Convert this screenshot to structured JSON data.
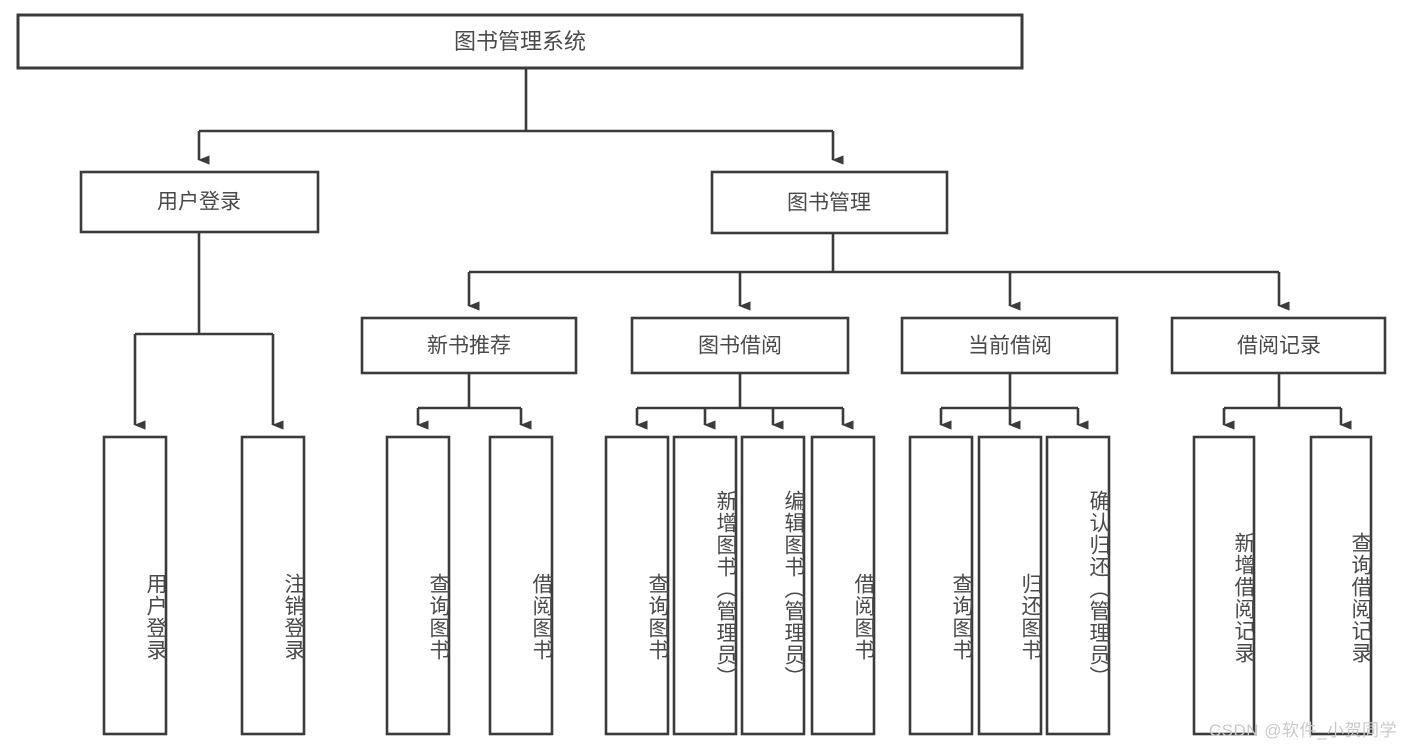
{
  "diagram": {
    "title_node": "图书管理系统",
    "watermark": "CSDN @软件_小贺同学",
    "level1": [
      {
        "label": "用户登录"
      },
      {
        "label": "图书管理"
      }
    ],
    "level2": [
      {
        "label": "新书推荐"
      },
      {
        "label": "图书借阅"
      },
      {
        "label": "当前借阅"
      },
      {
        "label": "借阅记录"
      }
    ],
    "leaves": {
      "user_login": [
        {
          "label": "用户登录"
        },
        {
          "label": "注销登录"
        }
      ],
      "new_book_recommend": [
        {
          "label": "查询图书"
        },
        {
          "label": "借阅图书"
        }
      ],
      "book_borrow": [
        {
          "label": "查询图书"
        },
        {
          "label": "新增图书（管理员）"
        },
        {
          "label": "编辑图书（管理员）"
        },
        {
          "label": "借阅图书"
        }
      ],
      "current_borrow": [
        {
          "label": "查询图书"
        },
        {
          "label": "归还图书"
        },
        {
          "label": "确认归还（管理员）"
        }
      ],
      "borrow_record": [
        {
          "label": "新增借阅记录"
        },
        {
          "label": "查询借阅记录"
        }
      ]
    },
    "colors": {
      "stroke": "#3b3b3b",
      "text": "#4a4a4a",
      "background": "#ffffff",
      "watermark": "#c9c9c9"
    }
  }
}
